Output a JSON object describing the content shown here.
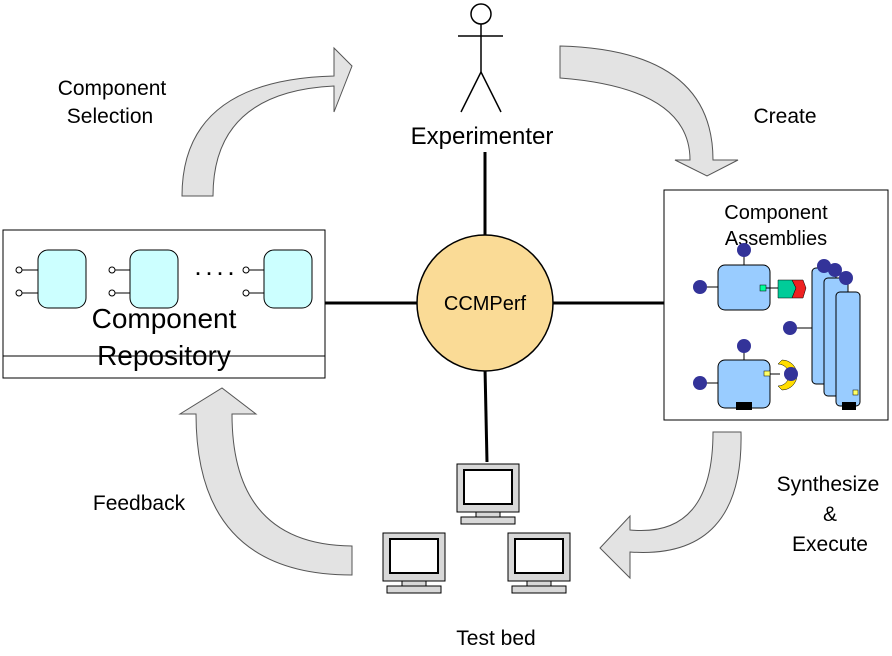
{
  "center": {
    "label": "CCMPerf"
  },
  "experimenter": {
    "label": "Experimenter"
  },
  "repository": {
    "line1": "Component",
    "line2": "Repository",
    "ellipsis": "· · · ·"
  },
  "assemblies": {
    "line1": "Component",
    "line2": "Assemblies"
  },
  "testbed": {
    "label": "Test bed"
  },
  "arrows": {
    "selection": {
      "line1": "Component",
      "line2": "Selection"
    },
    "create": {
      "label": "Create"
    },
    "synthesize": {
      "line1": "Synthesize",
      "line2": "&",
      "line3": "Execute"
    },
    "feedback": {
      "label": "Feedback"
    }
  },
  "colors": {
    "center_fill": "#fadb96",
    "component_fill": "#ccffff",
    "assembly_component_fill": "#99ccff",
    "port_fill": "#333399",
    "arrow_fill": "#e3e3e3"
  }
}
